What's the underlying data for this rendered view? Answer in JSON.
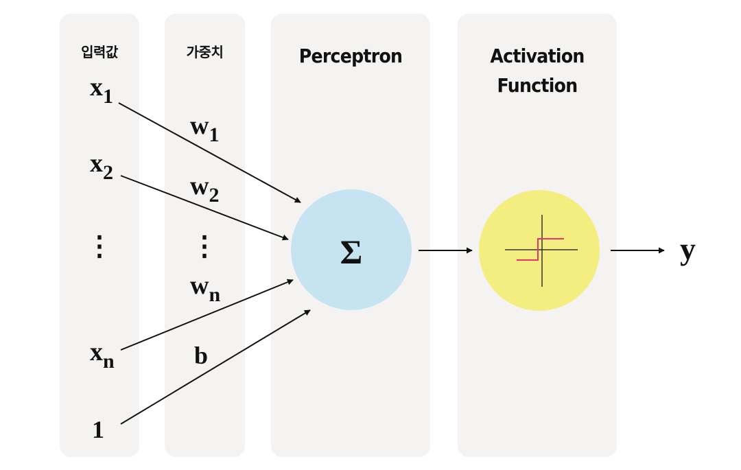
{
  "columns": {
    "inputs": "입력값",
    "weights": "가중치",
    "perceptron": "Perceptron",
    "activation_line1": "Activation",
    "activation_line2": "Function"
  },
  "inputs": {
    "x": "x",
    "sub1": "1",
    "sub2": "2",
    "subn": "n",
    "dots": "⋮",
    "bias_input": "1"
  },
  "weights": {
    "w": "w",
    "sub1": "1",
    "sub2": "2",
    "subn": "n",
    "dots": "⋮",
    "bias": "b"
  },
  "perceptron": {
    "symbol": "Σ"
  },
  "output": {
    "label": "y"
  },
  "colors": {
    "panel": "#f4f3f1",
    "perceptron_circle": "#c6e3f1",
    "activation_circle": "#f3ee7f",
    "step_function": "#e8336e",
    "arrows": "#111111"
  }
}
